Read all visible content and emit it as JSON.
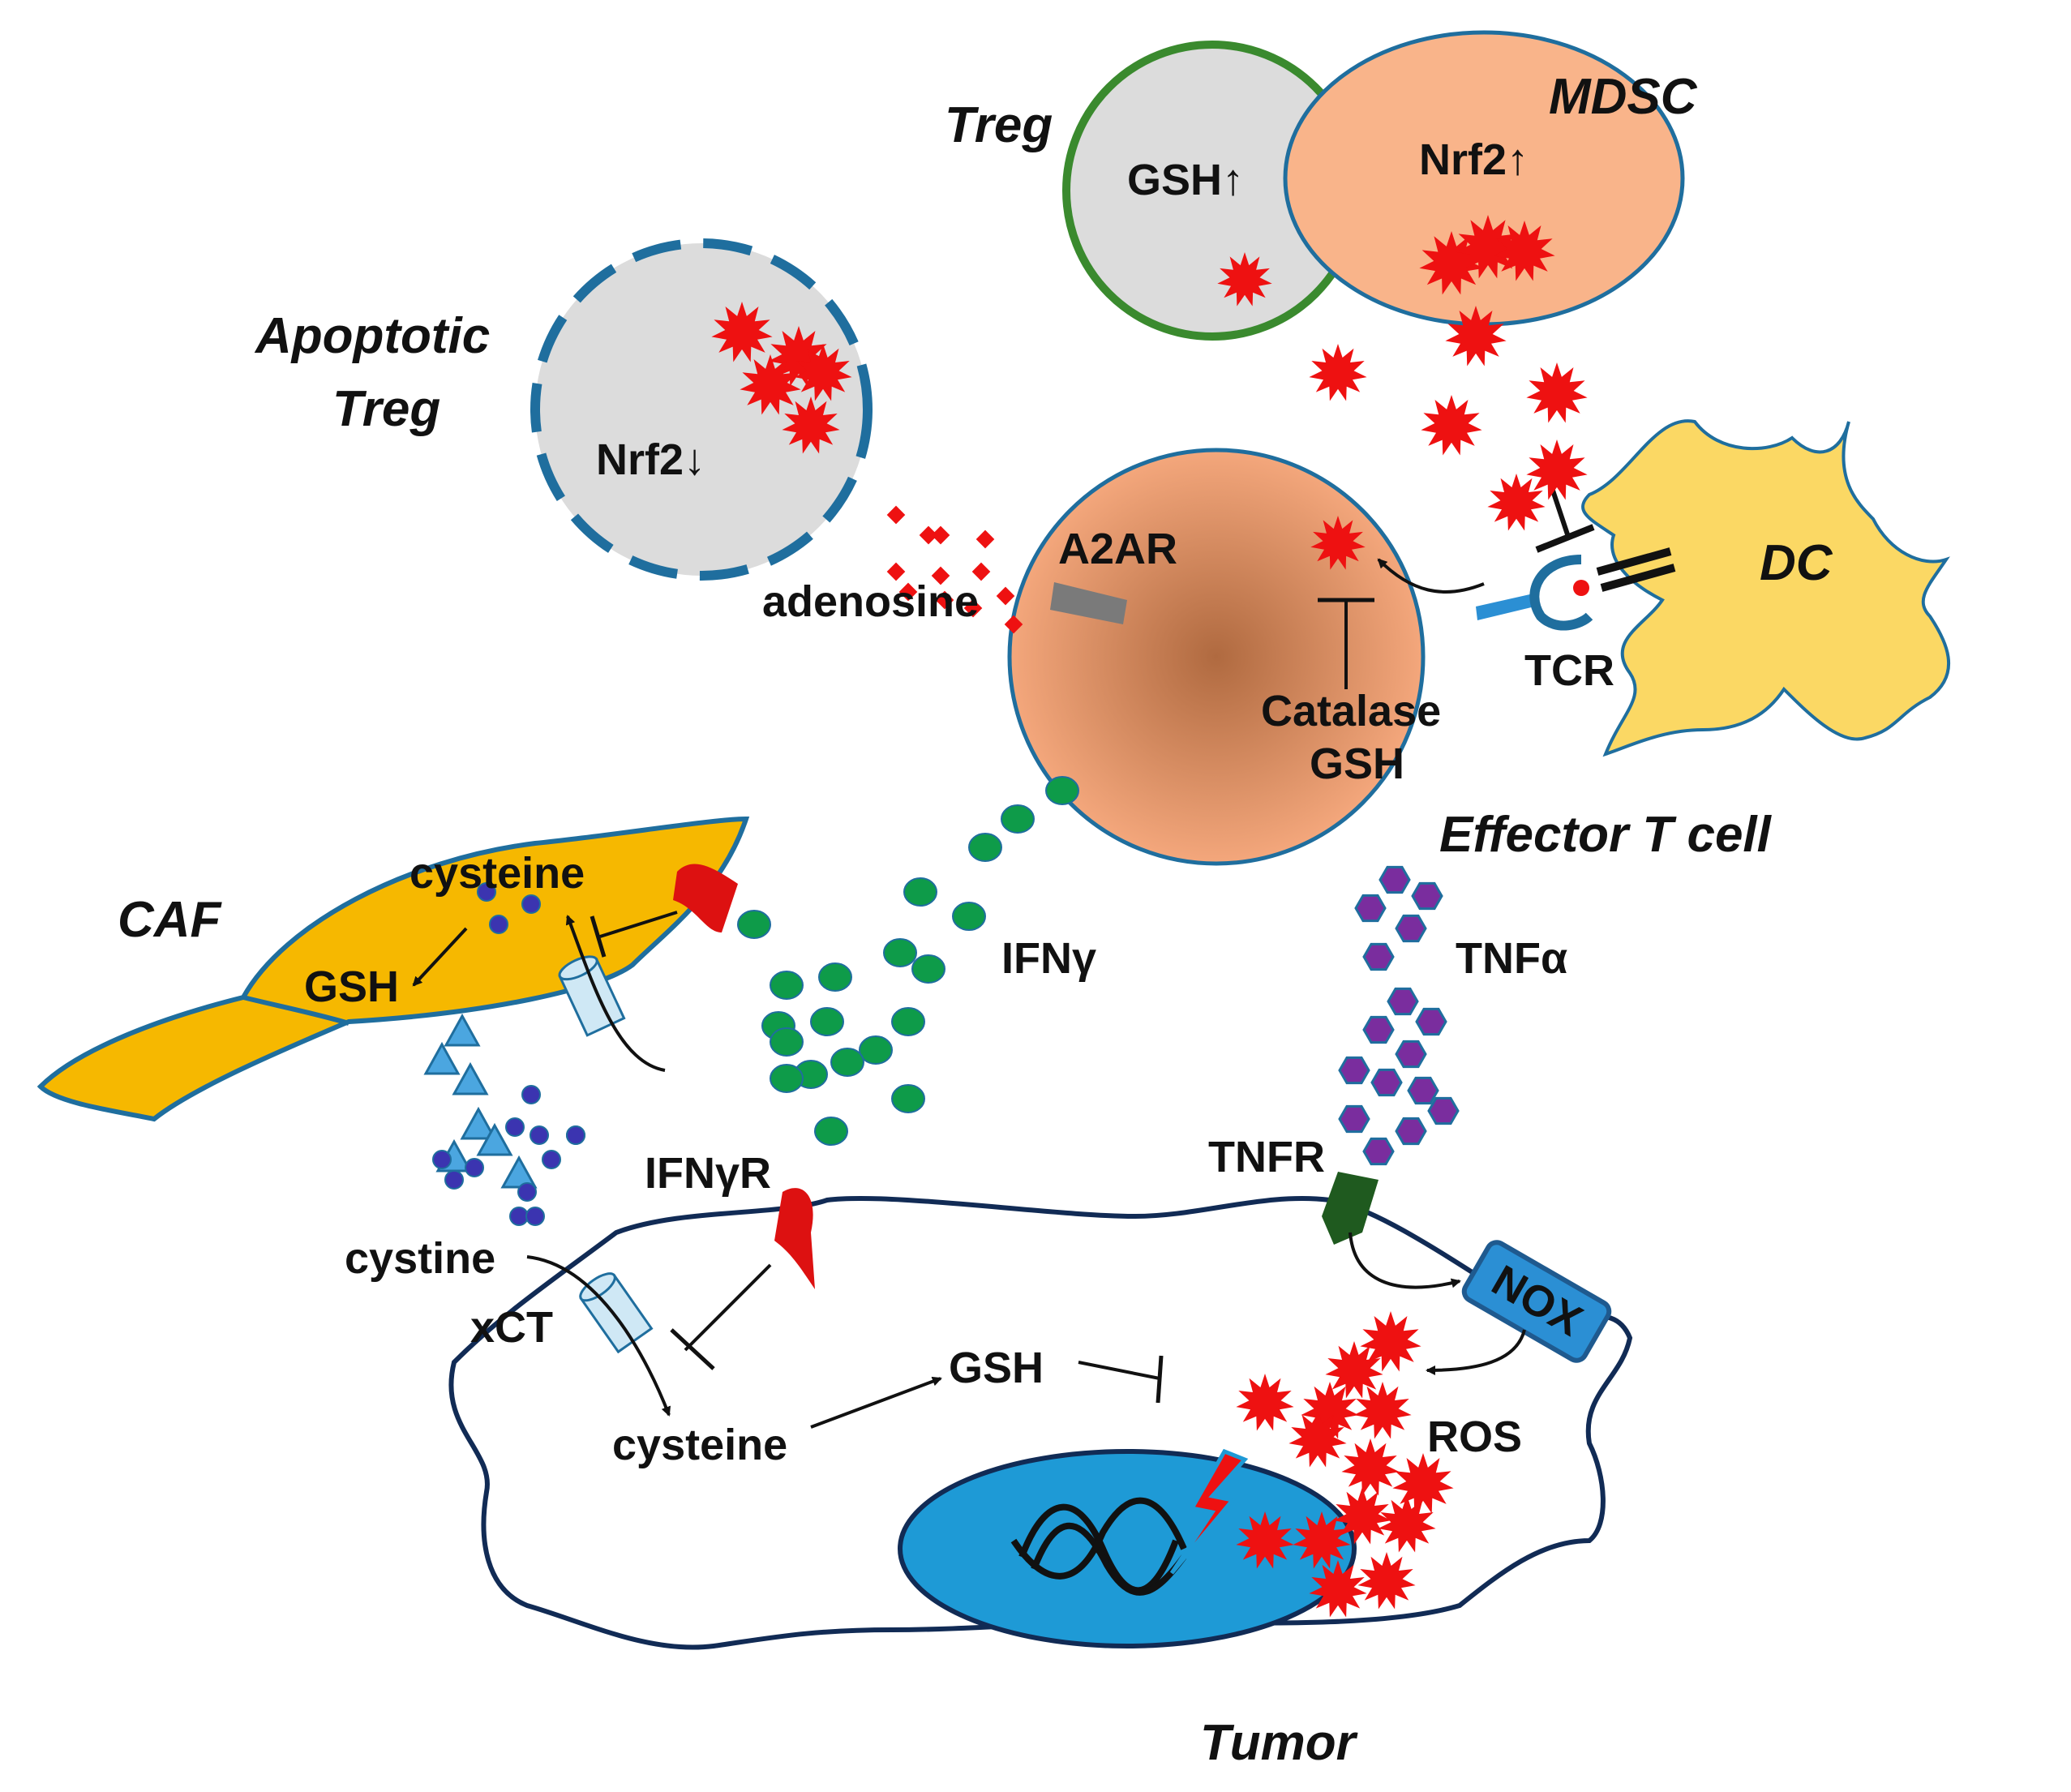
{
  "cells": {
    "treg": "Treg",
    "mdsc": "MDSC",
    "apoptotic_treg_line1": "Apoptotic",
    "apoptotic_treg_line2": "Treg",
    "dc": "DC",
    "effector_t_cell": "Effector T cell",
    "caf": "CAF",
    "tumor": "Tumor"
  },
  "labels": {
    "treg_gsh": "GSH↑",
    "mdsc_nrf2": "Nrf2↑",
    "apoptotic_nrf2": "Nrf2↓",
    "adenosine": "adenosine",
    "a2ar": "A2AR",
    "tcr": "TCR",
    "catalase": "Catalase",
    "effector_gsh": "GSH",
    "ifng": "IFNγ",
    "tnfa": "TNFα",
    "caf_cysteine": "cysteine",
    "caf_gsh": "GSH",
    "ifngr": "IFNγR",
    "tnfr": "TNFR",
    "cystine": "cystine",
    "xct": "xCT",
    "tumor_cysteine": "cysteine",
    "tumor_gsh": "GSH",
    "nox": "NOX",
    "ros": "ROS"
  },
  "colors": {
    "ros_red": "#ee1111",
    "membrane_blue": "#1f6e9e",
    "treg_green": "#3a8a2e",
    "cell_gray": "#dcdcdc",
    "mdsc_salmon": "#f9b48a",
    "effector_core": "#b06a40",
    "effector_edge": "#f4a77c",
    "caf_orange": "#f6b800",
    "dc_yellow": "#fbd864",
    "ifng_green": "#0e9b49",
    "tnfa_purple": "#7a2d9e",
    "nucleus_blue": "#1e9ad6",
    "receptor_red": "#dd1111",
    "tnfr_green": "#1f5a1f",
    "a2ar_gray": "#7a7a7a",
    "nox_blue": "#2b8fd4"
  }
}
